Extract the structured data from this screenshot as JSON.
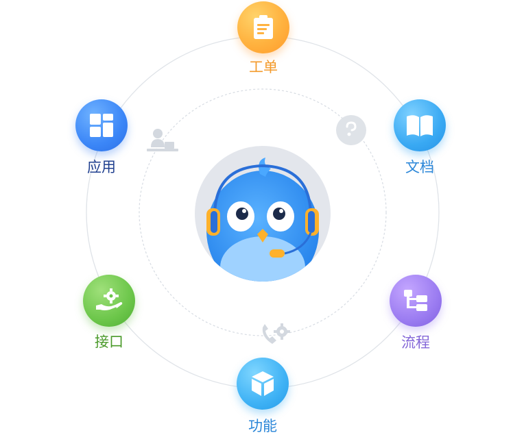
{
  "nodes": {
    "ticket": {
      "label": "工单",
      "icon": "clipboard-icon",
      "color": "#ffb23f"
    },
    "apps": {
      "label": "应用",
      "icon": "app-grid-icon",
      "color": "#3b86f7"
    },
    "docs": {
      "label": "文档",
      "icon": "book-icon",
      "color": "#39a9f3"
    },
    "interface": {
      "label": "接口",
      "icon": "hand-gear-icon",
      "color": "#6cc64a"
    },
    "process": {
      "label": "流程",
      "icon": "flowchart-icon",
      "color": "#9b7cf1"
    },
    "feature": {
      "label": "功能",
      "icon": "cube-icon",
      "color": "#3fb2f5"
    }
  },
  "decorations": [
    "agent-desk-icon",
    "chat-bubble-icon",
    "phone-gear-icon"
  ],
  "center": {
    "icon": "support-bird-mascot"
  }
}
